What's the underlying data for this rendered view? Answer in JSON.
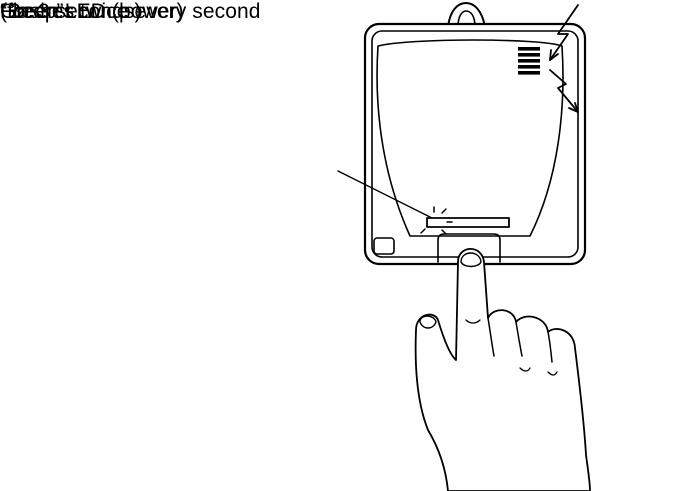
{
  "labels": {
    "led_name": "Green LED (power)",
    "led_flash": "Flashes twice every second",
    "led_duration": "(for 3 seconds)",
    "beep": "“Beep”"
  },
  "icons": {
    "device": "device-unit-icon",
    "speaker": "speaker-grille-icon",
    "sound": "sound-zigzag-icon",
    "led": "led-light-icon",
    "hand": "pointing-hand-icon"
  },
  "colors": {
    "ink": "#000000",
    "paper": "#ffffff"
  }
}
